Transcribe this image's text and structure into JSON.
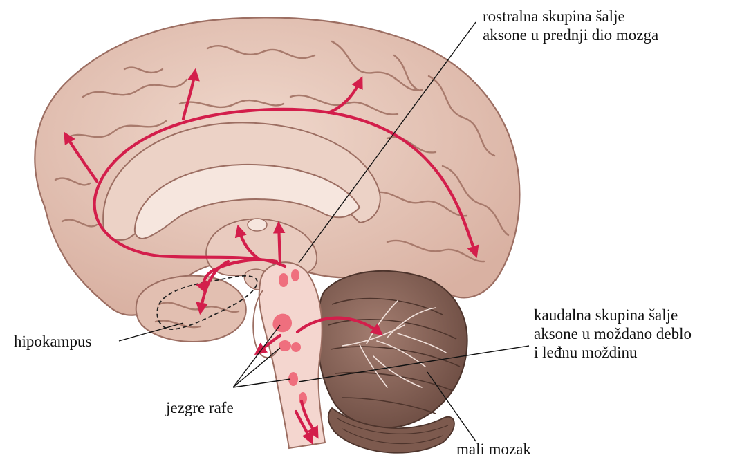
{
  "labels": {
    "rostral": [
      "rostralna skupina šalje",
      "aksone u prednji dio mozga"
    ],
    "caudal": [
      "kaudalna skupina šalje",
      "aksone u moždano deblo",
      "i leđnu moždinu"
    ],
    "hippocampus": "hipokampus",
    "raphe_nuclei": "jezgre rafe",
    "cerebellum": "mali mozak"
  },
  "colors": {
    "cortex": "#e8c9bc",
    "cortex_shadow": "#c99f90",
    "cortex_line": "#9c6e62",
    "corpus_callosum": "#f1ddd3",
    "brainstem": "#f4d6cf",
    "cerebellum": "#8f6a5e",
    "cerebellum_dark": "#5e4138",
    "arrow": "#d31e4b",
    "nucleus": "#ef6f7e",
    "leader": "#111111"
  }
}
